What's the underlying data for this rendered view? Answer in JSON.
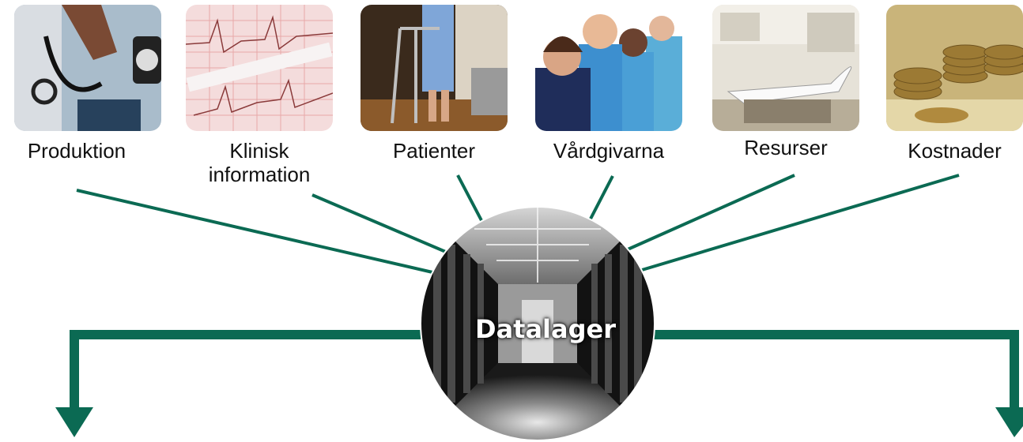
{
  "sources": [
    {
      "label": "Produktion",
      "icon": "blood-pressure-photo-icon"
    },
    {
      "label": "Klinisk information",
      "icon": "ecg-strip-photo-icon"
    },
    {
      "label": "Patienter",
      "icon": "patient-walker-photo-icon"
    },
    {
      "label": "Vårdgivarna",
      "icon": "care-staff-photo-icon"
    },
    {
      "label": "Resurser",
      "icon": "exam-room-photo-icon"
    },
    {
      "label": "Kostnader",
      "icon": "coins-photo-icon"
    }
  ],
  "hub": {
    "label": "Datalager",
    "icon": "server-room-photo-icon"
  },
  "colors": {
    "connector": "#0b6a53",
    "text": "#111111",
    "hub_text": "#ffffff"
  }
}
